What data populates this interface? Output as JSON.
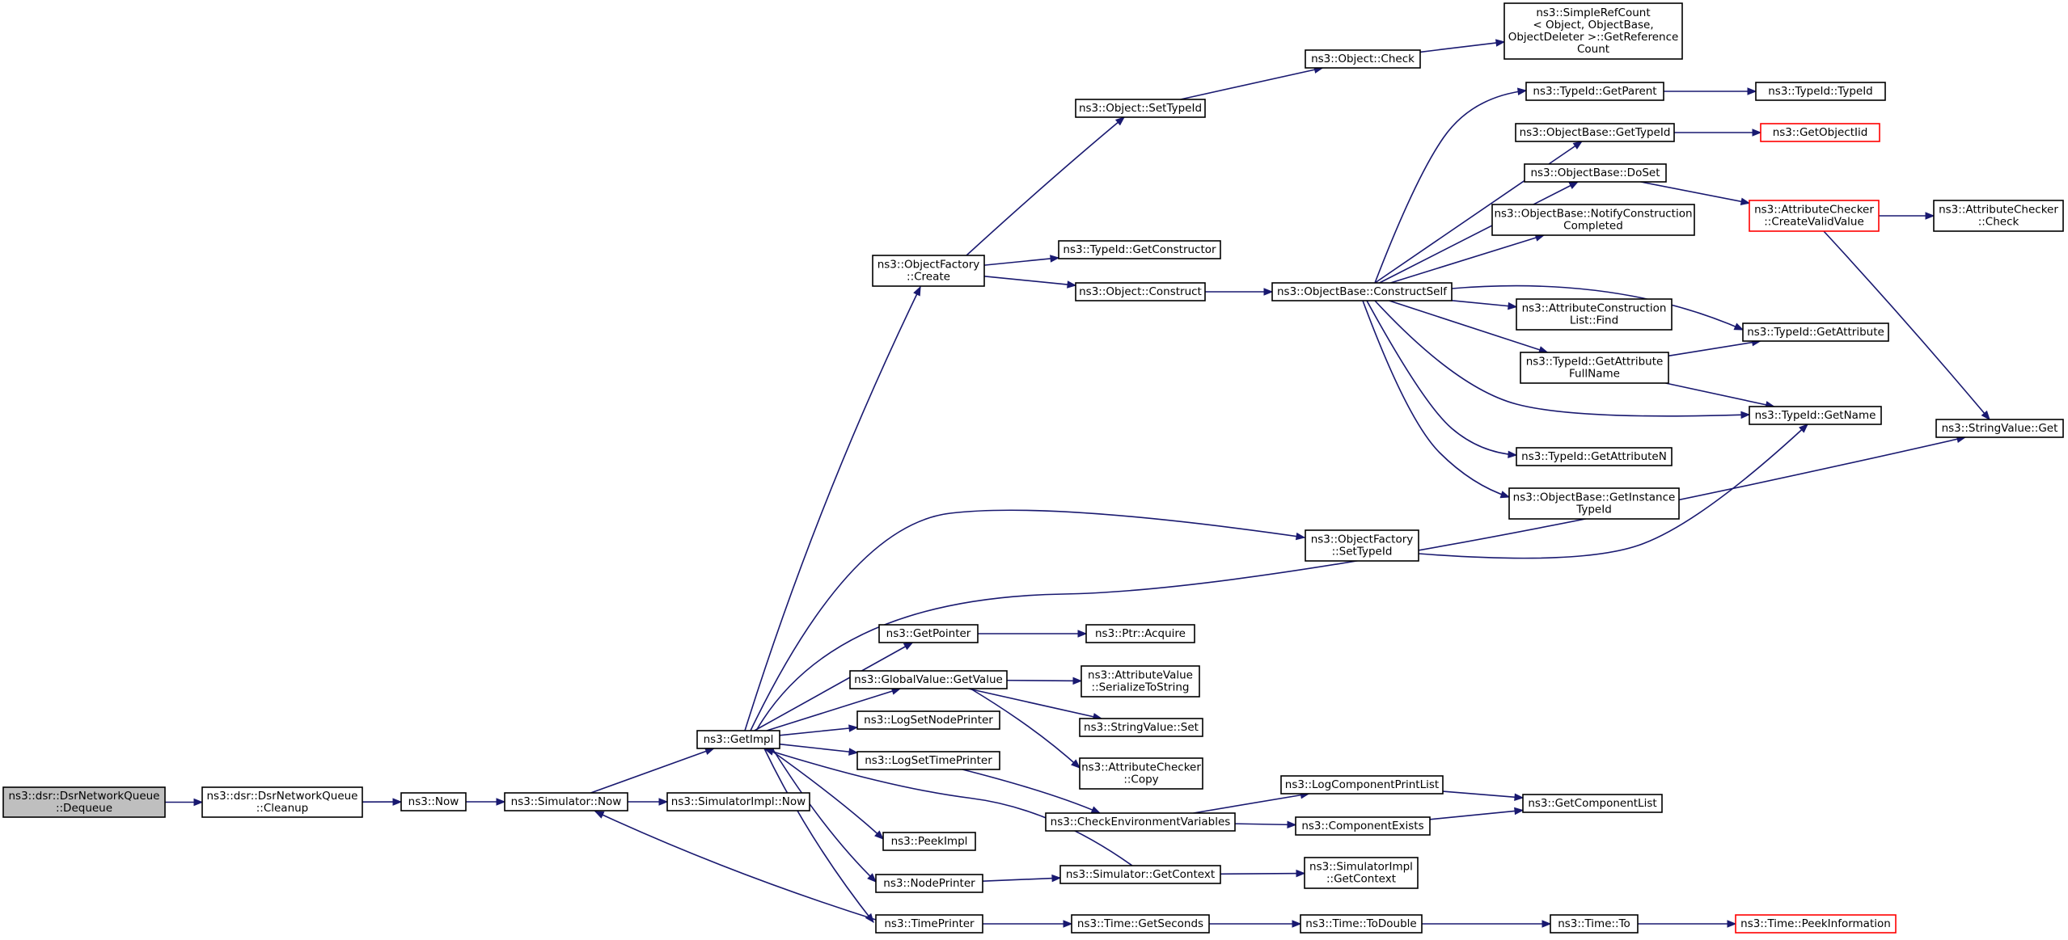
{
  "nodes": {
    "dequeue": {
      "lines": [
        "ns3::dsr::DsrNetworkQueue",
        "::Dequeue"
      ],
      "kind": "root"
    },
    "cleanup": {
      "lines": [
        "ns3::dsr::DsrNetworkQueue",
        "::Cleanup"
      ],
      "kind": "normal"
    },
    "now": {
      "lines": [
        "ns3::Now"
      ],
      "kind": "normal"
    },
    "simNow": {
      "lines": [
        "ns3::Simulator::Now"
      ],
      "kind": "normal"
    },
    "simImplNow": {
      "lines": [
        "ns3::SimulatorImpl::Now"
      ],
      "kind": "normal"
    },
    "getImpl": {
      "lines": [
        "ns3::GetImpl"
      ],
      "kind": "normal"
    },
    "objFactCreate": {
      "lines": [
        "ns3::ObjectFactory",
        "::Create"
      ],
      "kind": "normal"
    },
    "objSetTypeId": {
      "lines": [
        "ns3::Object::SetTypeId"
      ],
      "kind": "normal"
    },
    "objCheck": {
      "lines": [
        "ns3::Object::Check"
      ],
      "kind": "normal"
    },
    "simpleRef": {
      "lines": [
        "ns3::SimpleRefCount",
        "< Object, ObjectBase,",
        "ObjectDeleter >::GetReference",
        "Count"
      ],
      "kind": "normal"
    },
    "typeGetCtor": {
      "lines": [
        "ns3::TypeId::GetConstructor"
      ],
      "kind": "normal"
    },
    "objConstruct": {
      "lines": [
        "ns3::Object::Construct"
      ],
      "kind": "normal"
    },
    "constructSelf": {
      "lines": [
        "ns3::ObjectBase::ConstructSelf"
      ],
      "kind": "normal"
    },
    "typeGetParent": {
      "lines": [
        "ns3::TypeId::GetParent"
      ],
      "kind": "normal"
    },
    "typeIdTypeId": {
      "lines": [
        "ns3::TypeId::TypeId"
      ],
      "kind": "normal"
    },
    "objBaseGetTypeId": {
      "lines": [
        "ns3::ObjectBase::GetTypeId"
      ],
      "kind": "normal"
    },
    "getObjectIid": {
      "lines": [
        "ns3::GetObjectIid"
      ],
      "kind": "red"
    },
    "objBaseDoSet": {
      "lines": [
        "ns3::ObjectBase::DoSet"
      ],
      "kind": "normal"
    },
    "attrCheckerCreate": {
      "lines": [
        "ns3::AttributeChecker",
        "::CreateValidValue"
      ],
      "kind": "red"
    },
    "attrCheckerCheck": {
      "lines": [
        "ns3::AttributeChecker",
        "::Check"
      ],
      "kind": "normal"
    },
    "notifyConstruction": {
      "lines": [
        "ns3::ObjectBase::NotifyConstruction",
        "Completed"
      ],
      "kind": "normal"
    },
    "attrConstrFind": {
      "lines": [
        "ns3::AttributeConstruction",
        "List::Find"
      ],
      "kind": "normal"
    },
    "typeGetAttribute": {
      "lines": [
        "ns3::TypeId::GetAttribute"
      ],
      "kind": "normal"
    },
    "typeGetAttrFull": {
      "lines": [
        "ns3::TypeId::GetAttribute",
        "FullName"
      ],
      "kind": "normal"
    },
    "typeGetName": {
      "lines": [
        "ns3::TypeId::GetName"
      ],
      "kind": "normal"
    },
    "stringValueGet": {
      "lines": [
        "ns3::StringValue::Get"
      ],
      "kind": "normal"
    },
    "typeGetAttrN": {
      "lines": [
        "ns3::TypeId::GetAttributeN"
      ],
      "kind": "normal"
    },
    "getInstanceTypeId": {
      "lines": [
        "ns3::ObjectBase::GetInstance",
        "TypeId"
      ],
      "kind": "normal"
    },
    "objFactSetTypeId": {
      "lines": [
        "ns3::ObjectFactory",
        "::SetTypeId"
      ],
      "kind": "normal"
    },
    "getPointer": {
      "lines": [
        "ns3::GetPointer"
      ],
      "kind": "normal"
    },
    "ptrAcquire": {
      "lines": [
        "ns3::Ptr::Acquire"
      ],
      "kind": "normal"
    },
    "globalGetValue": {
      "lines": [
        "ns3::GlobalValue::GetValue"
      ],
      "kind": "normal"
    },
    "attrSerialize": {
      "lines": [
        "ns3::AttributeValue",
        "::SerializeToString"
      ],
      "kind": "normal"
    },
    "logSetNodePrinter": {
      "lines": [
        "ns3::LogSetNodePrinter"
      ],
      "kind": "normal"
    },
    "stringValueSet": {
      "lines": [
        "ns3::StringValue::Set"
      ],
      "kind": "normal"
    },
    "logSetTimePrinter": {
      "lines": [
        "ns3::LogSetTimePrinter"
      ],
      "kind": "normal"
    },
    "attrCheckerCopy": {
      "lines": [
        "ns3::AttributeChecker",
        "::Copy"
      ],
      "kind": "normal"
    },
    "logCompPrintList": {
      "lines": [
        "ns3::LogComponentPrintList"
      ],
      "kind": "normal"
    },
    "checkEnvVars": {
      "lines": [
        "ns3::CheckEnvironmentVariables"
      ],
      "kind": "normal"
    },
    "componentExists": {
      "lines": [
        "ns3::ComponentExists"
      ],
      "kind": "normal"
    },
    "getComponentList": {
      "lines": [
        "ns3::GetComponentList"
      ],
      "kind": "normal"
    },
    "peekImpl": {
      "lines": [
        "ns3::PeekImpl"
      ],
      "kind": "normal"
    },
    "nodePrinter": {
      "lines": [
        "ns3::NodePrinter"
      ],
      "kind": "normal"
    },
    "simGetContext": {
      "lines": [
        "ns3::Simulator::GetContext"
      ],
      "kind": "normal"
    },
    "simImplGetContext": {
      "lines": [
        "ns3::SimulatorImpl",
        "::GetContext"
      ],
      "kind": "normal"
    },
    "timePrinter": {
      "lines": [
        "ns3::TimePrinter"
      ],
      "kind": "normal"
    },
    "timeGetSeconds": {
      "lines": [
        "ns3::Time::GetSeconds"
      ],
      "kind": "normal"
    },
    "timeToDouble": {
      "lines": [
        "ns3::Time::ToDouble"
      ],
      "kind": "normal"
    },
    "timeTo": {
      "lines": [
        "ns3::Time::To"
      ],
      "kind": "normal"
    },
    "timePeekInfo": {
      "lines": [
        "ns3::Time::PeekInformation"
      ],
      "kind": "red"
    }
  },
  "edges": [
    [
      "dequeue",
      "cleanup"
    ],
    [
      "cleanup",
      "now"
    ],
    [
      "now",
      "simNow"
    ],
    [
      "simNow",
      "simImplNow"
    ],
    [
      "simNow",
      "getImpl"
    ],
    [
      "getImpl",
      "objFactCreate"
    ],
    [
      "objFactCreate",
      "objSetTypeId"
    ],
    [
      "objSetTypeId",
      "objCheck"
    ],
    [
      "objCheck",
      "simpleRef"
    ],
    [
      "objFactCreate",
      "typeGetCtor"
    ],
    [
      "objFactCreate",
      "objConstruct"
    ],
    [
      "objConstruct",
      "constructSelf"
    ],
    [
      "constructSelf",
      "typeGetParent"
    ],
    [
      "typeGetParent",
      "typeIdTypeId"
    ],
    [
      "constructSelf",
      "objBaseGetTypeId"
    ],
    [
      "objBaseGetTypeId",
      "getObjectIid"
    ],
    [
      "constructSelf",
      "objBaseDoSet"
    ],
    [
      "objBaseDoSet",
      "attrCheckerCreate"
    ],
    [
      "attrCheckerCreate",
      "attrCheckerCheck"
    ],
    [
      "attrCheckerCreate",
      "stringValueGet"
    ],
    [
      "constructSelf",
      "notifyConstruction"
    ],
    [
      "constructSelf",
      "attrConstrFind"
    ],
    [
      "constructSelf",
      "typeGetAttribute"
    ],
    [
      "constructSelf",
      "typeGetAttrFull"
    ],
    [
      "typeGetAttrFull",
      "typeGetAttribute"
    ],
    [
      "typeGetAttrFull",
      "typeGetName"
    ],
    [
      "constructSelf",
      "typeGetName"
    ],
    [
      "constructSelf",
      "typeGetAttrN"
    ],
    [
      "constructSelf",
      "getInstanceTypeId"
    ],
    [
      "getImpl",
      "objFactSetTypeId"
    ],
    [
      "objFactSetTypeId",
      "typeGetName"
    ],
    [
      "getImpl",
      "stringValueGet"
    ],
    [
      "getImpl",
      "getPointer"
    ],
    [
      "getPointer",
      "ptrAcquire"
    ],
    [
      "getImpl",
      "globalGetValue"
    ],
    [
      "globalGetValue",
      "attrSerialize"
    ],
    [
      "globalGetValue",
      "stringValueSet"
    ],
    [
      "globalGetValue",
      "attrCheckerCopy"
    ],
    [
      "getImpl",
      "logSetNodePrinter"
    ],
    [
      "getImpl",
      "logSetTimePrinter"
    ],
    [
      "logSetTimePrinter",
      "checkEnvVars"
    ],
    [
      "checkEnvVars",
      "logCompPrintList"
    ],
    [
      "checkEnvVars",
      "componentExists"
    ],
    [
      "logCompPrintList",
      "getComponentList"
    ],
    [
      "componentExists",
      "getComponentList"
    ],
    [
      "getImpl",
      "peekImpl"
    ],
    [
      "getImpl",
      "nodePrinter"
    ],
    [
      "nodePrinter",
      "simGetContext"
    ],
    [
      "simGetContext",
      "getImpl"
    ],
    [
      "simGetContext",
      "simImplGetContext"
    ],
    [
      "getImpl",
      "timePrinter"
    ],
    [
      "timePrinter",
      "simNow"
    ],
    [
      "timePrinter",
      "timeGetSeconds"
    ],
    [
      "timeGetSeconds",
      "timeToDouble"
    ],
    [
      "timeToDouble",
      "timeTo"
    ],
    [
      "timeTo",
      "timePeekInfo"
    ]
  ]
}
